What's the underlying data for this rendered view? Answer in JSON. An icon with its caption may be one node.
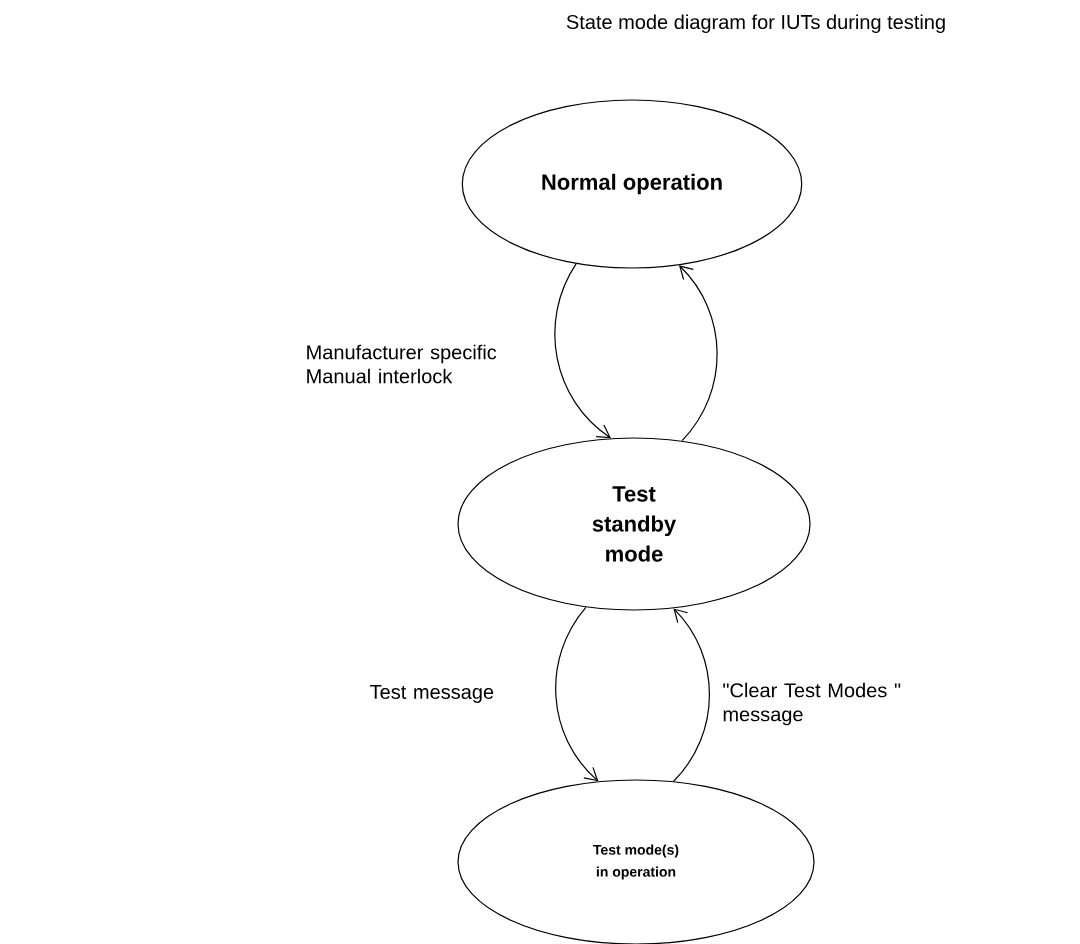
{
  "diagram": {
    "title": "State mode diagram for IUTs during testing",
    "nodes": [
      {
        "text": [
          "Normal operation"
        ]
      },
      {
        "text": [
          "Test standby mode"
        ]
      },
      {
        "text": [
          "Test mode(s) in operation"
        ]
      }
    ],
    "edges": [
      {
        "from": 0,
        "to": 1,
        "arrow": "to",
        "label": "Manufacturer specific Manual interlock"
      },
      {
        "from": 1,
        "to": 0,
        "arrow": "to"
      },
      {
        "from": 1,
        "to": 2,
        "arrow": "to",
        "label": "Test message"
      },
      {
        "from": 2,
        "to": 1,
        "arrow": "to",
        "label": "\"Clear Test Modes \" message"
      }
    ]
  }
}
